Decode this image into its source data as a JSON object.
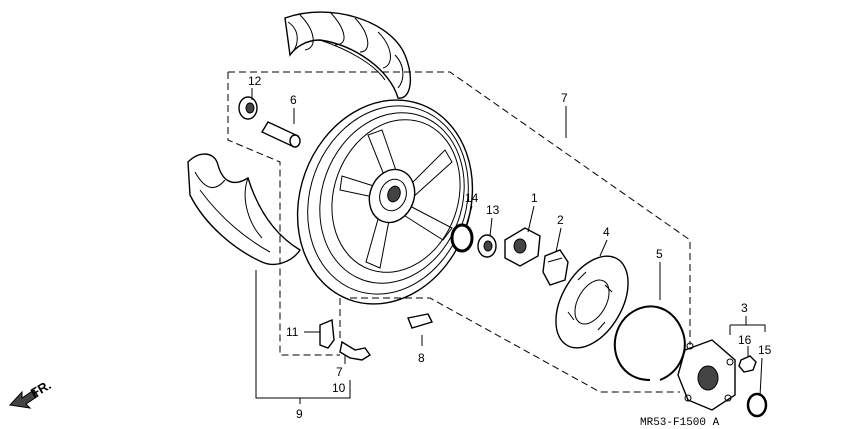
{
  "diagram": {
    "code": "MR53-F1500 A",
    "direction": "FR.",
    "callouts": [
      {
        "id": "c1",
        "text": "1"
      },
      {
        "id": "c2",
        "text": "2"
      },
      {
        "id": "c3",
        "text": "3"
      },
      {
        "id": "c4",
        "text": "4"
      },
      {
        "id": "c5",
        "text": "5"
      },
      {
        "id": "c6",
        "text": "6"
      },
      {
        "id": "c7a",
        "text": "7"
      },
      {
        "id": "c7b",
        "text": "7"
      },
      {
        "id": "c8",
        "text": "8"
      },
      {
        "id": "c9",
        "text": "9"
      },
      {
        "id": "c10",
        "text": "10"
      },
      {
        "id": "c11",
        "text": "11"
      },
      {
        "id": "c12",
        "text": "12"
      },
      {
        "id": "c13",
        "text": "13"
      },
      {
        "id": "c14",
        "text": "14"
      },
      {
        "id": "c15",
        "text": "15"
      },
      {
        "id": "c16",
        "text": "16"
      }
    ]
  }
}
